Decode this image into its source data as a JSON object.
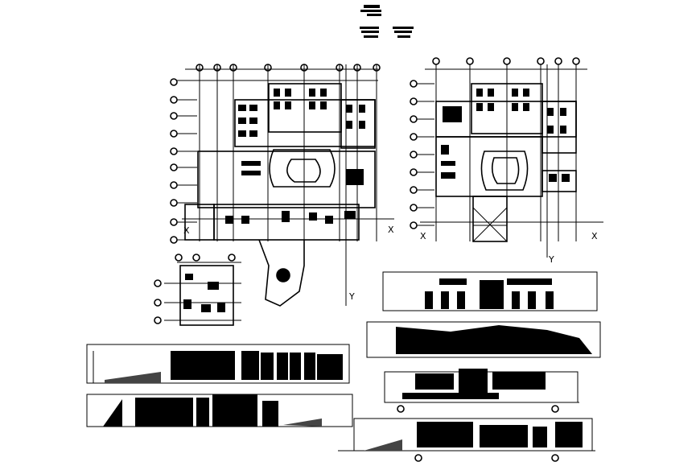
{
  "axis_labels": {
    "plan_a_x_left": "X",
    "plan_a_x_right": "X",
    "plan_a_y": "Y",
    "plan_b_x_left": "X",
    "plan_b_x_right": "X",
    "plan_b_y": "Y"
  },
  "colors": {
    "ink": "#000000",
    "paper": "#ffffff"
  }
}
